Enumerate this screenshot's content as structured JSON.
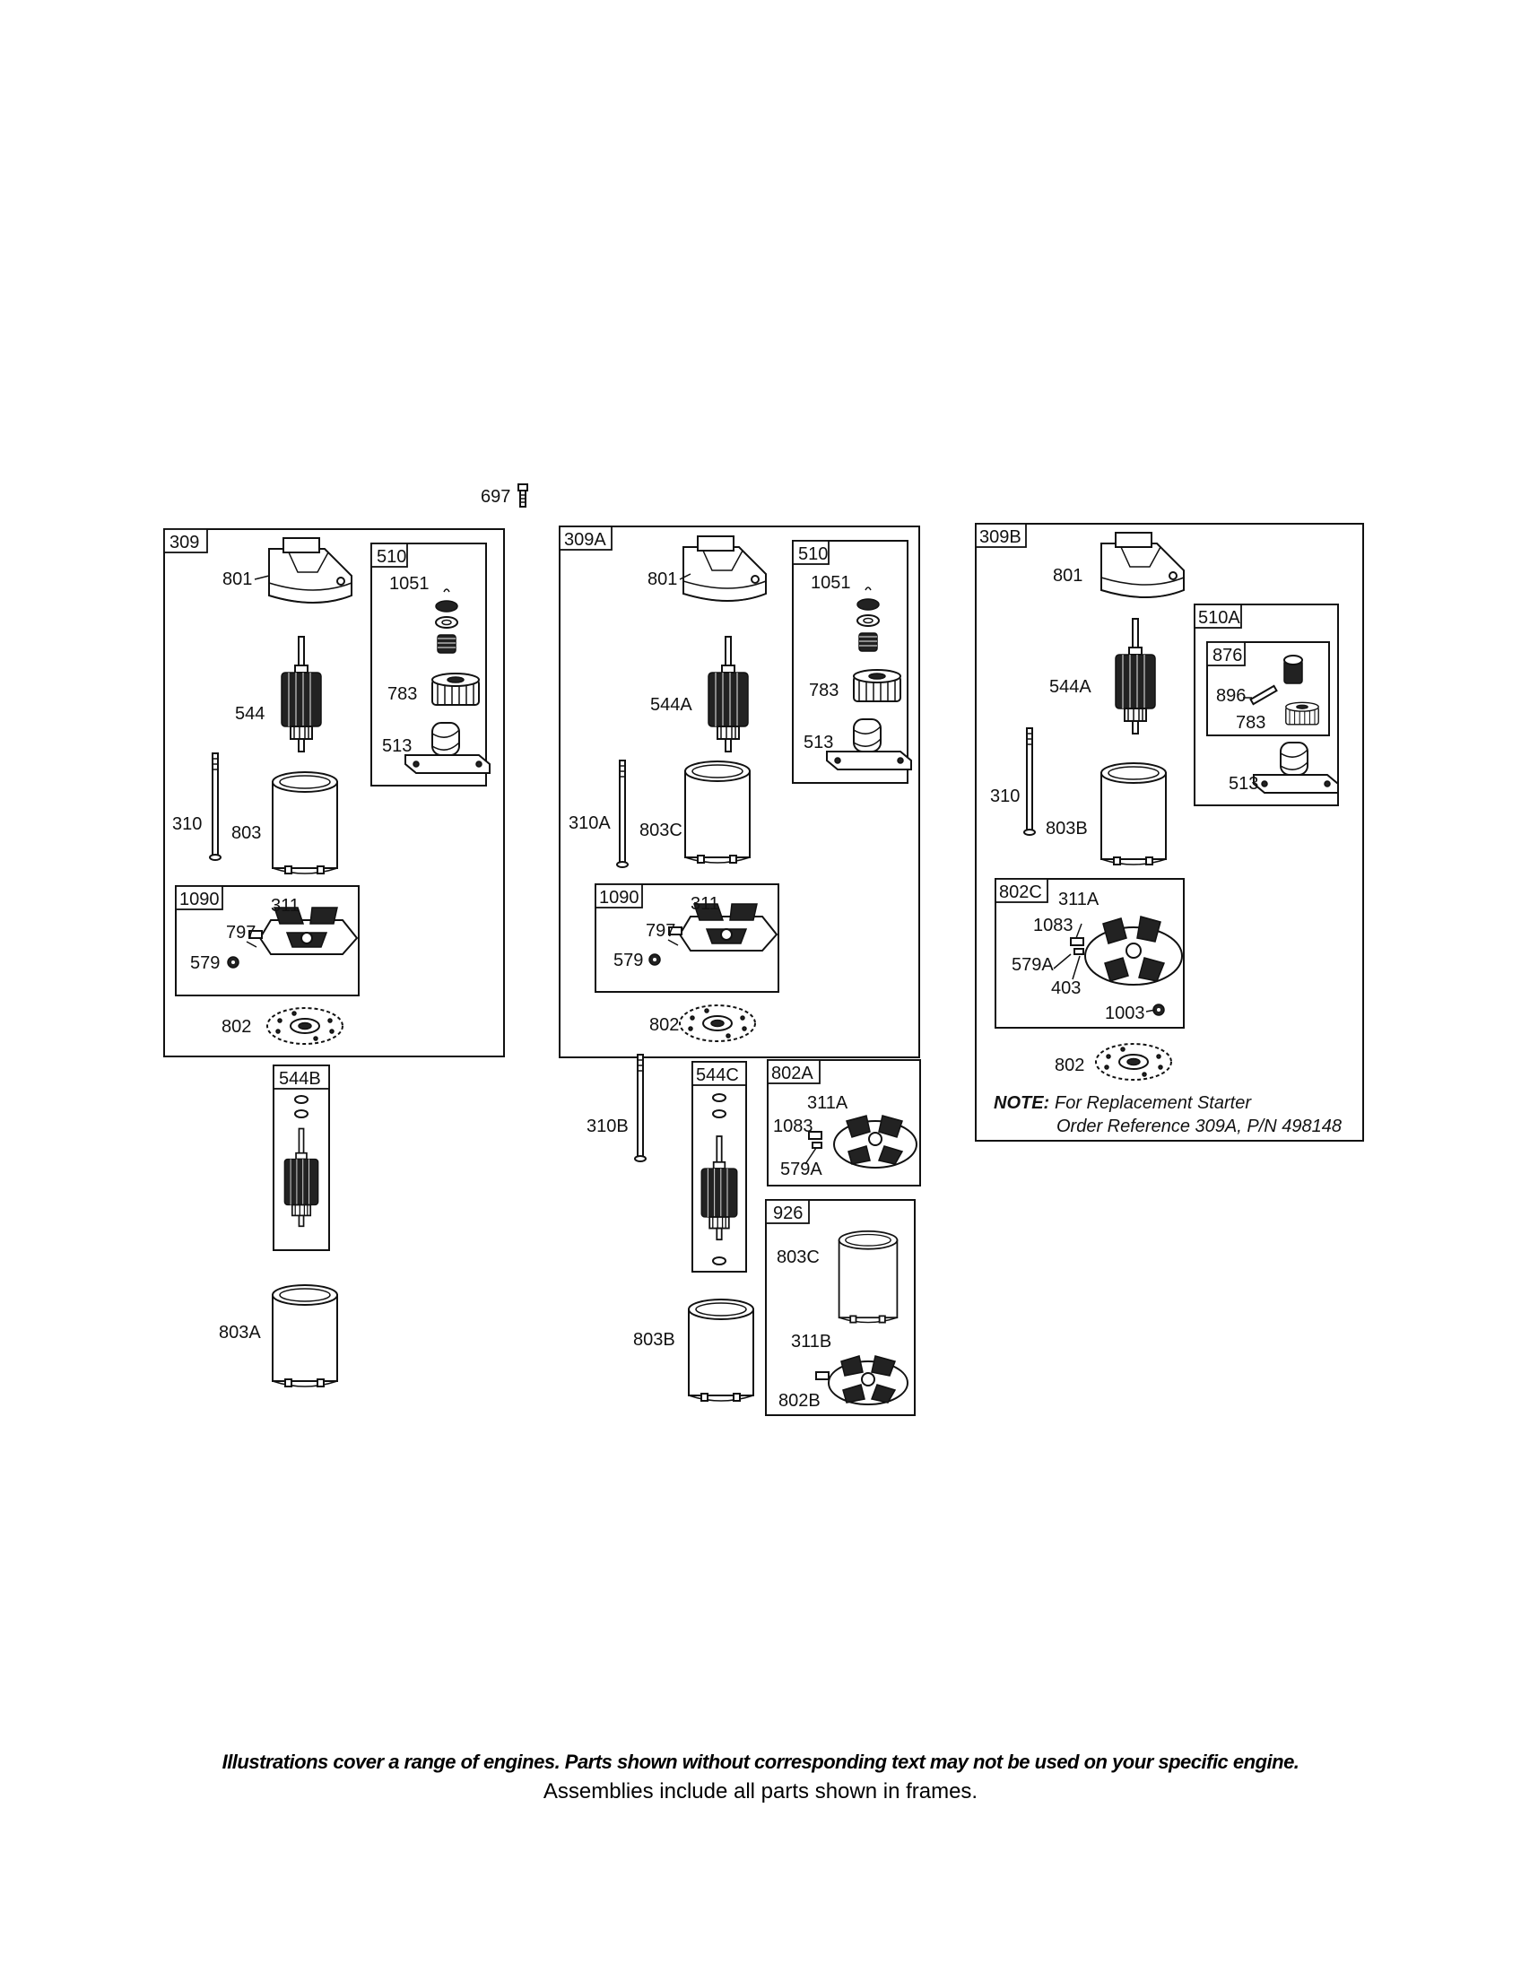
{
  "loose_parts": {
    "p697": "697",
    "p310B": "310B",
    "p803A": "803A",
    "p803B": "803B"
  },
  "frames": {
    "f309": {
      "id": "309",
      "labels": {
        "p801": "801",
        "p544": "544",
        "p310": "310",
        "p803": "803",
        "p802": "802"
      }
    },
    "f510_left": {
      "id": "510",
      "labels": {
        "p1051": "1051",
        "p783": "783",
        "p513": "513"
      }
    },
    "f1090_left": {
      "id": "1090",
      "labels": {
        "p311": "311",
        "p797": "797",
        "p579": "579"
      }
    },
    "f309A": {
      "id": "309A",
      "labels": {
        "p801": "801",
        "p544A": "544A",
        "p310A": "310A",
        "p803C": "803C",
        "p802": "802"
      }
    },
    "f510_mid": {
      "id": "510",
      "labels": {
        "p1051": "1051",
        "p783": "783",
        "p513": "513"
      }
    },
    "f1090_mid": {
      "id": "1090",
      "labels": {
        "p311": "311",
        "p797": "797",
        "p579": "579"
      }
    },
    "f309B": {
      "id": "309B",
      "labels": {
        "p801": "801",
        "p544A": "544A",
        "p310": "310",
        "p803B": "803B",
        "p802": "802"
      },
      "note_label": "NOTE:",
      "note_line1": "For Replacement Starter",
      "note_line2": "Order Reference 309A, P/N 498148"
    },
    "f510A": {
      "id": "510A",
      "labels": {
        "p513": "513"
      }
    },
    "f876": {
      "id": "876",
      "labels": {
        "p896": "896",
        "p783": "783"
      }
    },
    "f802C": {
      "id": "802C",
      "labels": {
        "p311A": "311A",
        "p1083": "1083",
        "p579A": "579A",
        "p403": "403",
        "p1003": "1003"
      }
    },
    "f544B": {
      "id": "544B"
    },
    "f544C": {
      "id": "544C"
    },
    "f802A": {
      "id": "802A",
      "labels": {
        "p311A": "311A",
        "p1083": "1083",
        "p579A": "579A"
      }
    },
    "f926": {
      "id": "926",
      "labels": {
        "p803C": "803C",
        "p311B": "311B",
        "p802B": "802B"
      }
    }
  },
  "footer": {
    "note": "Illustrations cover a range of engines. Parts shown without corresponding text may not be used on your specific engine.",
    "sub": "Assemblies include all parts shown in frames."
  }
}
